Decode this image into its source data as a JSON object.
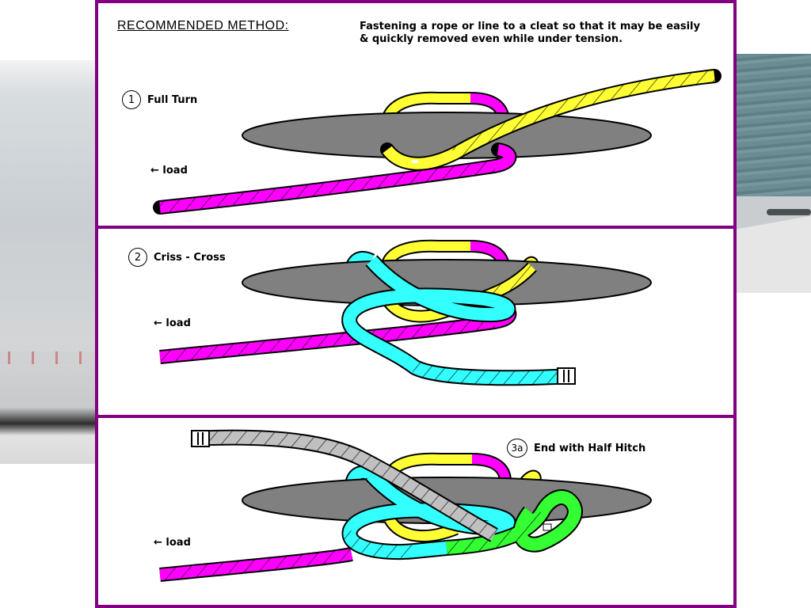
{
  "heading": "RECOMMENDED METHOD:",
  "description": "Fastening a rope or line to a cleat so that it may be easily & quickly removed even while under tension.",
  "load_label": "← load",
  "steps": [
    {
      "number": "1",
      "label": "Full Turn"
    },
    {
      "number": "2",
      "label": "Criss - Cross"
    },
    {
      "number": "3a",
      "label": "End with Half Hitch"
    }
  ],
  "colors": {
    "frame": "#800080",
    "cleat": "#808080",
    "rope_load": "#ff00ff",
    "rope_yellow": "#ffff33",
    "rope_cyan": "#33ffff",
    "rope_green": "#33ff33",
    "rope_end": "#c0c0c0"
  }
}
